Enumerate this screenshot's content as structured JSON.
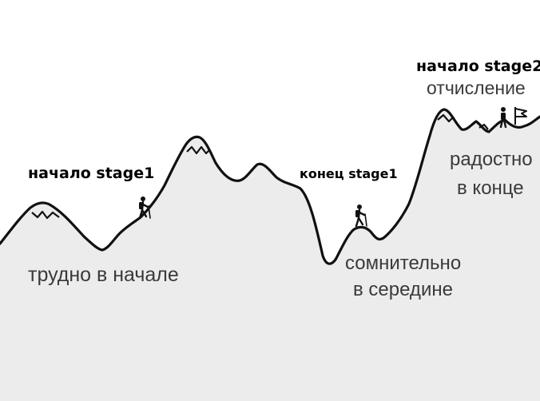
{
  "labels": {
    "start_stage1": "начало stage1",
    "hard_at_start": "трудно в начале",
    "end_stage1": "конец stage1",
    "doubt_in_middle_line1": "сомнительно",
    "doubt_in_middle_line2": "в середине",
    "start_stage2": "начало stage2",
    "expulsion": "отчисление",
    "joyful_at_end_line1": "радостно",
    "joyful_at_end_line2": "в конце"
  },
  "colors": {
    "ridge_line": "#111111",
    "ground_fill": "#ececec",
    "gray_text": "#3a3a3a",
    "bold_text": "#000000"
  },
  "icons": [
    "hiker-icon",
    "hiker-icon",
    "hiker-icon",
    "flag-icon"
  ]
}
